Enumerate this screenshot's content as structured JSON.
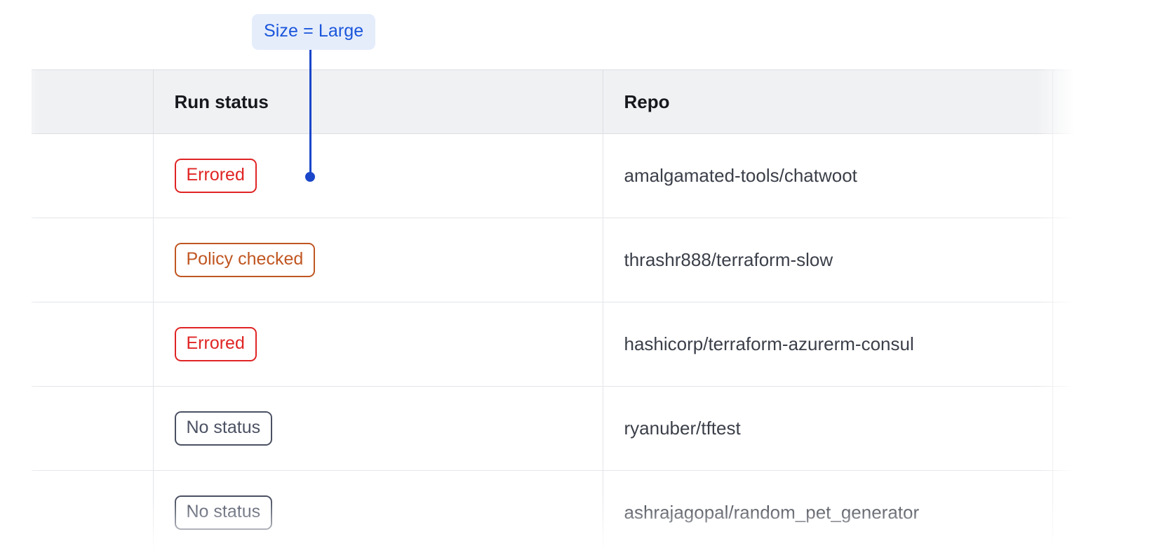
{
  "annotation": {
    "label": "Size = Large",
    "chip_bg": "#e5edfb",
    "chip_text_color": "#1a56db",
    "connector_color": "#1a46c9"
  },
  "table": {
    "columns": [
      {
        "key": "select",
        "header": ""
      },
      {
        "key": "status",
        "header": "Run status"
      },
      {
        "key": "repo",
        "header": "Repo"
      },
      {
        "key": "tail",
        "header": ""
      }
    ],
    "rows": [
      {
        "status": "Errored",
        "status_variant": "errored",
        "status_color": "#e02424",
        "repo": "amalgamated-tools/chatwoot"
      },
      {
        "status": "Policy checked",
        "status_variant": "policy-checked",
        "status_color": "#c05621",
        "repo": "thrashr888/terraform-slow"
      },
      {
        "status": "Errored",
        "status_variant": "errored",
        "status_color": "#e02424",
        "repo": "hashicorp/terraform-azurerm-consul"
      },
      {
        "status": "No status",
        "status_variant": "no-status",
        "status_color": "#4b5163",
        "repo": "ryanuber/tftest"
      },
      {
        "status": "No status",
        "status_variant": "no-status",
        "status_color": "#4b5163",
        "repo": "ashrajagopal/random_pet_generator"
      }
    ],
    "header_bg": "#f0f1f3",
    "header_text_color": "#16181d",
    "body_text_color": "#3b3f49",
    "border_color": "#e3e5e9"
  }
}
